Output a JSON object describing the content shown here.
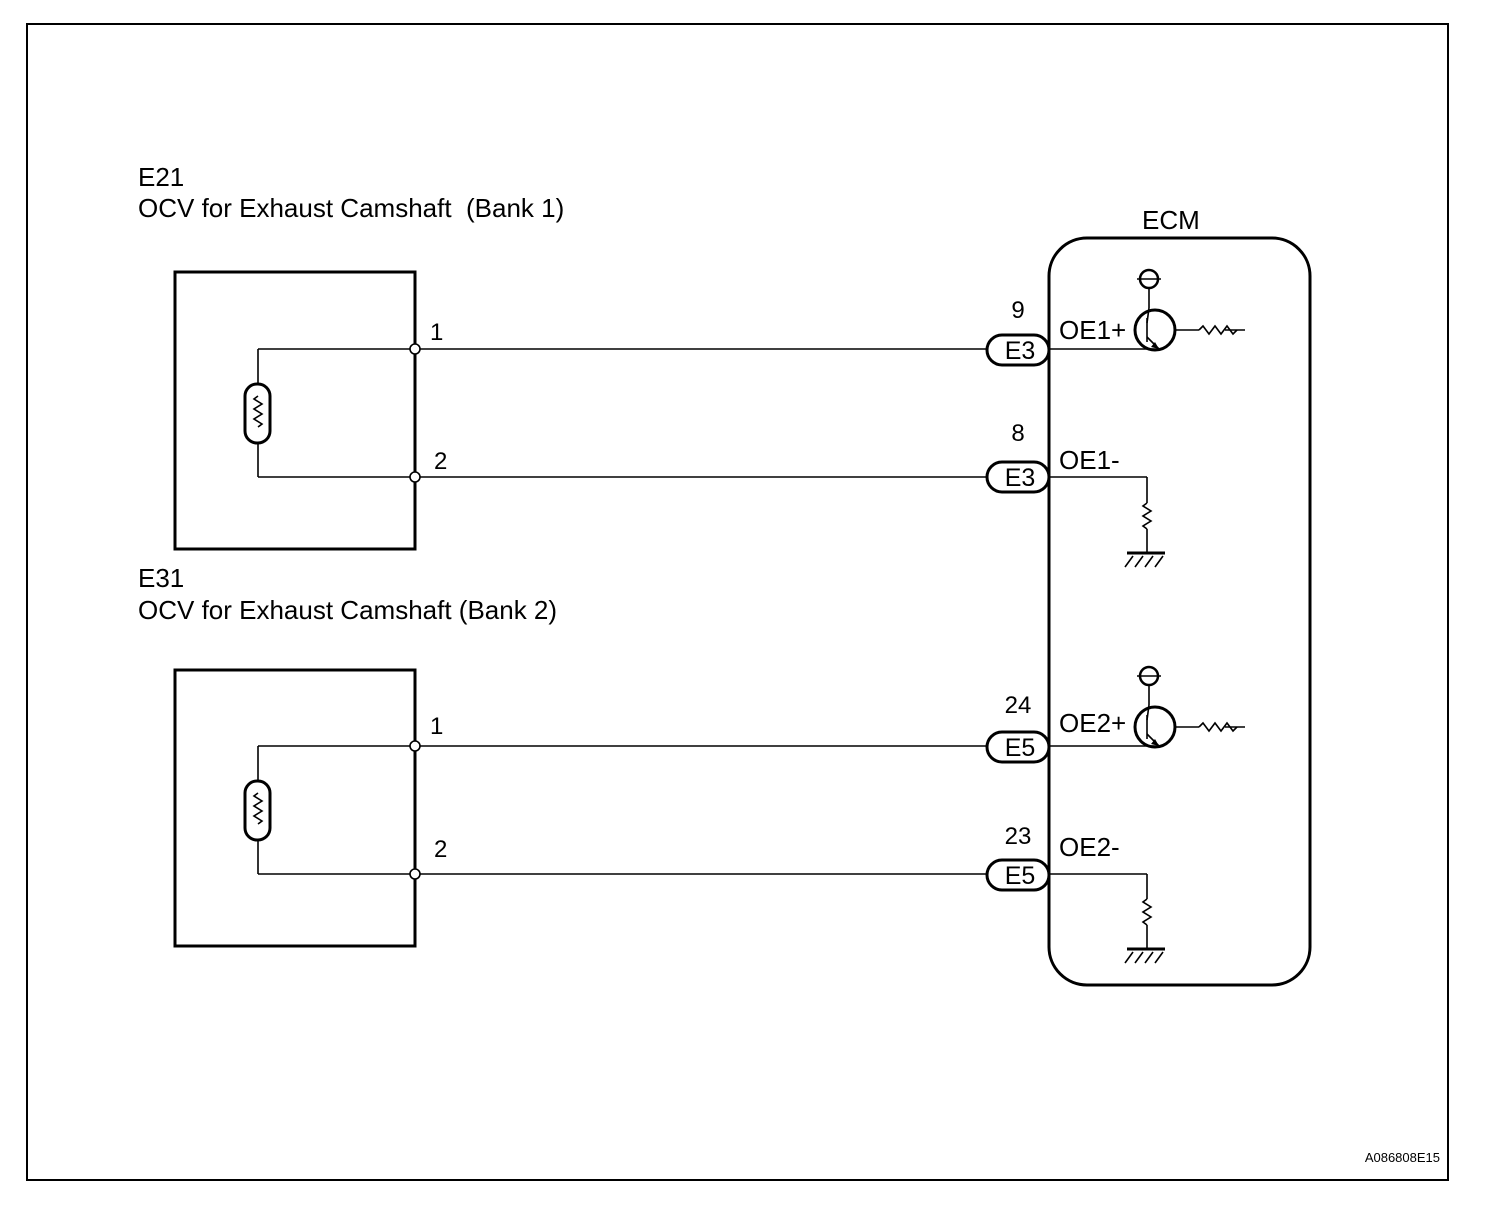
{
  "components": {
    "ocv1": {
      "ref": "E21",
      "name": "OCV for Exhaust Camshaft  (Bank 1)",
      "pin_top": "1",
      "pin_bottom": "2"
    },
    "ocv2": {
      "ref": "E31",
      "name": "OCV for Exhaust Camshaft (Bank 2)",
      "pin_top": "1",
      "pin_bottom": "2"
    },
    "ecm": {
      "title": "ECM"
    }
  },
  "terminals": [
    {
      "pin": "9",
      "connector": "E3",
      "signal": "OE1+"
    },
    {
      "pin": "8",
      "connector": "E3",
      "signal": "OE1-"
    },
    {
      "pin": "24",
      "connector": "E5",
      "signal": "OE2+"
    },
    {
      "pin": "23",
      "connector": "E5",
      "signal": "OE2-"
    }
  ],
  "figure_code": "A086808E15"
}
